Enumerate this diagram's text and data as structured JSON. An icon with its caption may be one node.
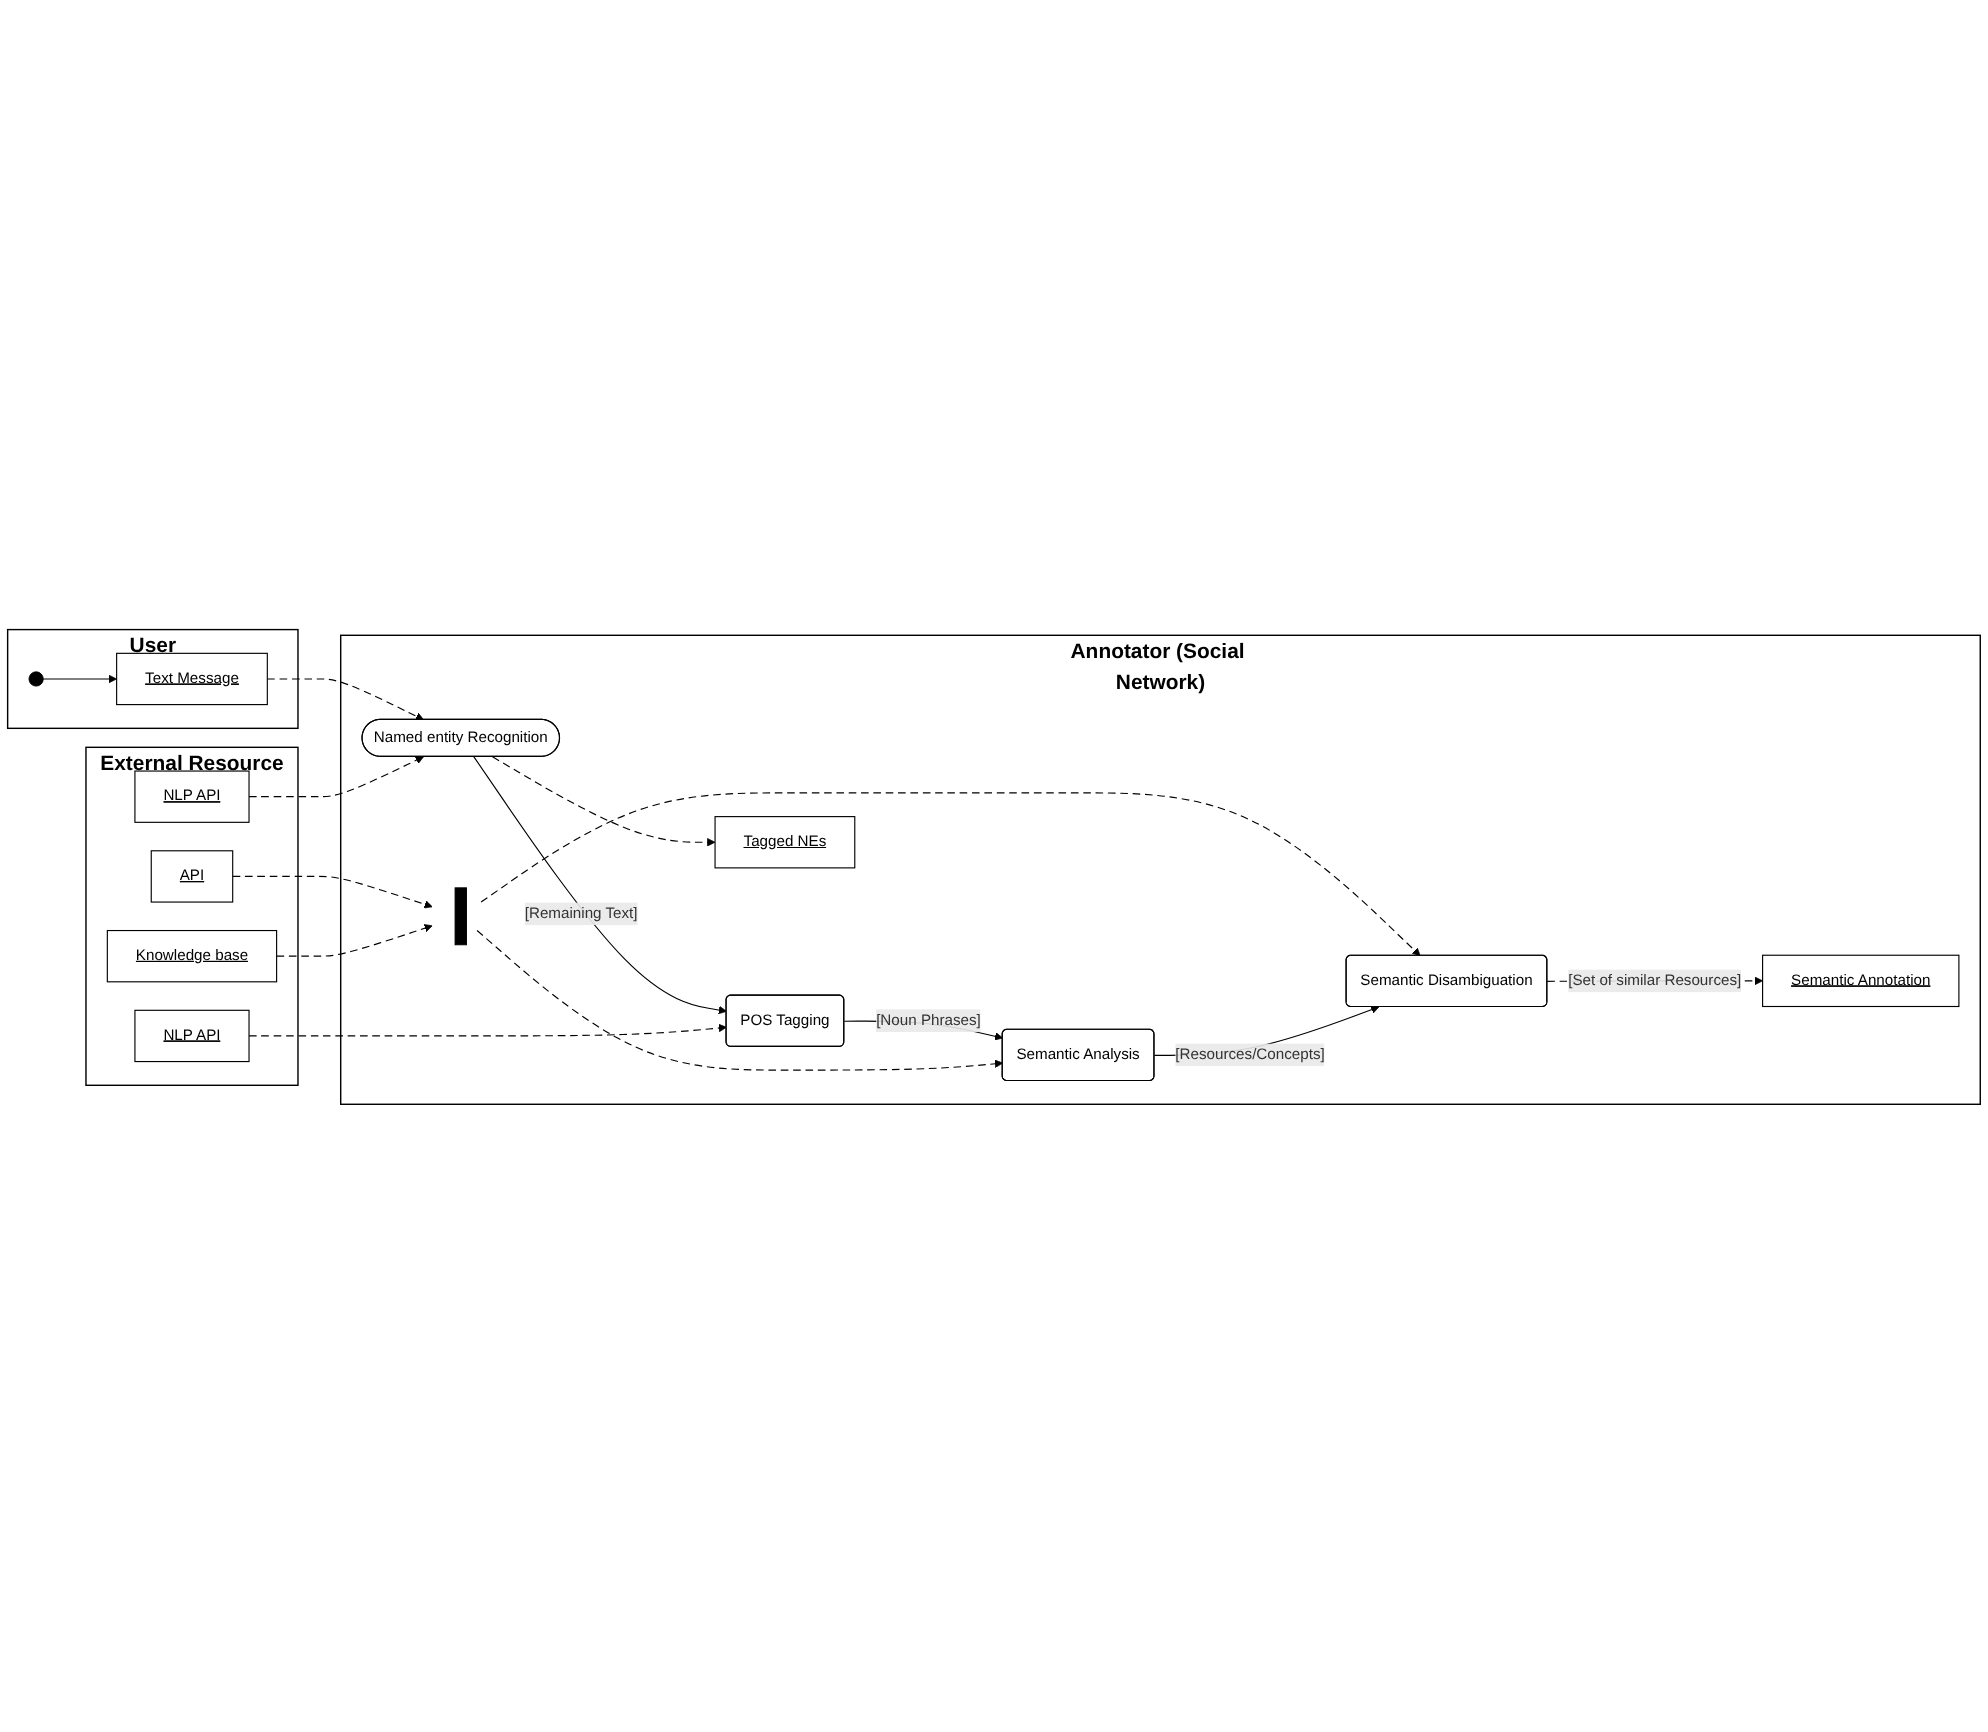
{
  "diagram": {
    "nodes": [
      {
        "text": [
          "User"
        ]
      },
      {
        "text": [
          "Annotator (Social Network)"
        ]
      },
      {
        "text": [
          "External Resource"
        ]
      },
      {
        "text": [],
        "shape": "circle",
        "in": 0
      },
      {
        "text": [
          "Text Message"
        ],
        "in": 0
      },
      {
        "text": [
          "Named entity Recognition"
        ],
        "in": 1
      },
      {
        "text": [
          "POS Tagging"
        ],
        "in": 1
      },
      {
        "text": [
          "Semantic Analysis"
        ],
        "in": 1
      },
      {
        "text": [
          "Semantic Disambiguation"
        ],
        "in": 1
      },
      {
        "text": [
          "Tagged NEs"
        ],
        "in": 1
      },
      {
        "text": [
          "Semantic Annotation"
        ],
        "in": 1
      },
      {
        "text": [
          "NLP API"
        ],
        "in": 2
      },
      {
        "text": [
          "NLP API"
        ],
        "in": 2
      },
      {
        "text": [],
        "shape": "bar",
        "in": 1
      },
      {
        "text": [
          "API"
        ],
        "in": 2
      },
      {
        "text": [
          "Knowledge base"
        ],
        "in": 2
      }
    ],
    "edges": [
      {
        "from": 3,
        "to": 4,
        "arrow": "to"
      },
      {
        "from": 4,
        "to": 5,
        "arrow": "to",
        "style": "dashed"
      },
      {
        "from": 11,
        "to": 5,
        "arrow": "to",
        "style": "dashed"
      },
      {
        "from": 5,
        "to": 9,
        "arrow": "to",
        "style": "dashed"
      },
      {
        "from": 5,
        "to": 6,
        "arrow": "to",
        "label": "[Remaining Text]"
      },
      {
        "from": 12,
        "to": 6,
        "arrow": "to",
        "style": "dashed"
      },
      {
        "from": 6,
        "to": 7,
        "arrow": "to",
        "label": "[Noun Phrases]"
      },
      {
        "from": 14,
        "to": 13,
        "arrow": "to",
        "style": "dashed"
      },
      {
        "from": 15,
        "to": 13,
        "arrow": "to",
        "style": "dashed"
      },
      {
        "from": 13,
        "to": 7,
        "arrow": "to",
        "style": "dashed"
      },
      {
        "from": 13,
        "to": 8,
        "arrow": "to",
        "style": "dashed"
      },
      {
        "from": 7,
        "to": 8,
        "arrow": "to",
        "label": "[Resources/Concepts]"
      },
      {
        "from": 8,
        "to": 10,
        "arrow": "to",
        "style": "dashed",
        "label": "[Set of similar Resources]"
      }
    ]
  }
}
